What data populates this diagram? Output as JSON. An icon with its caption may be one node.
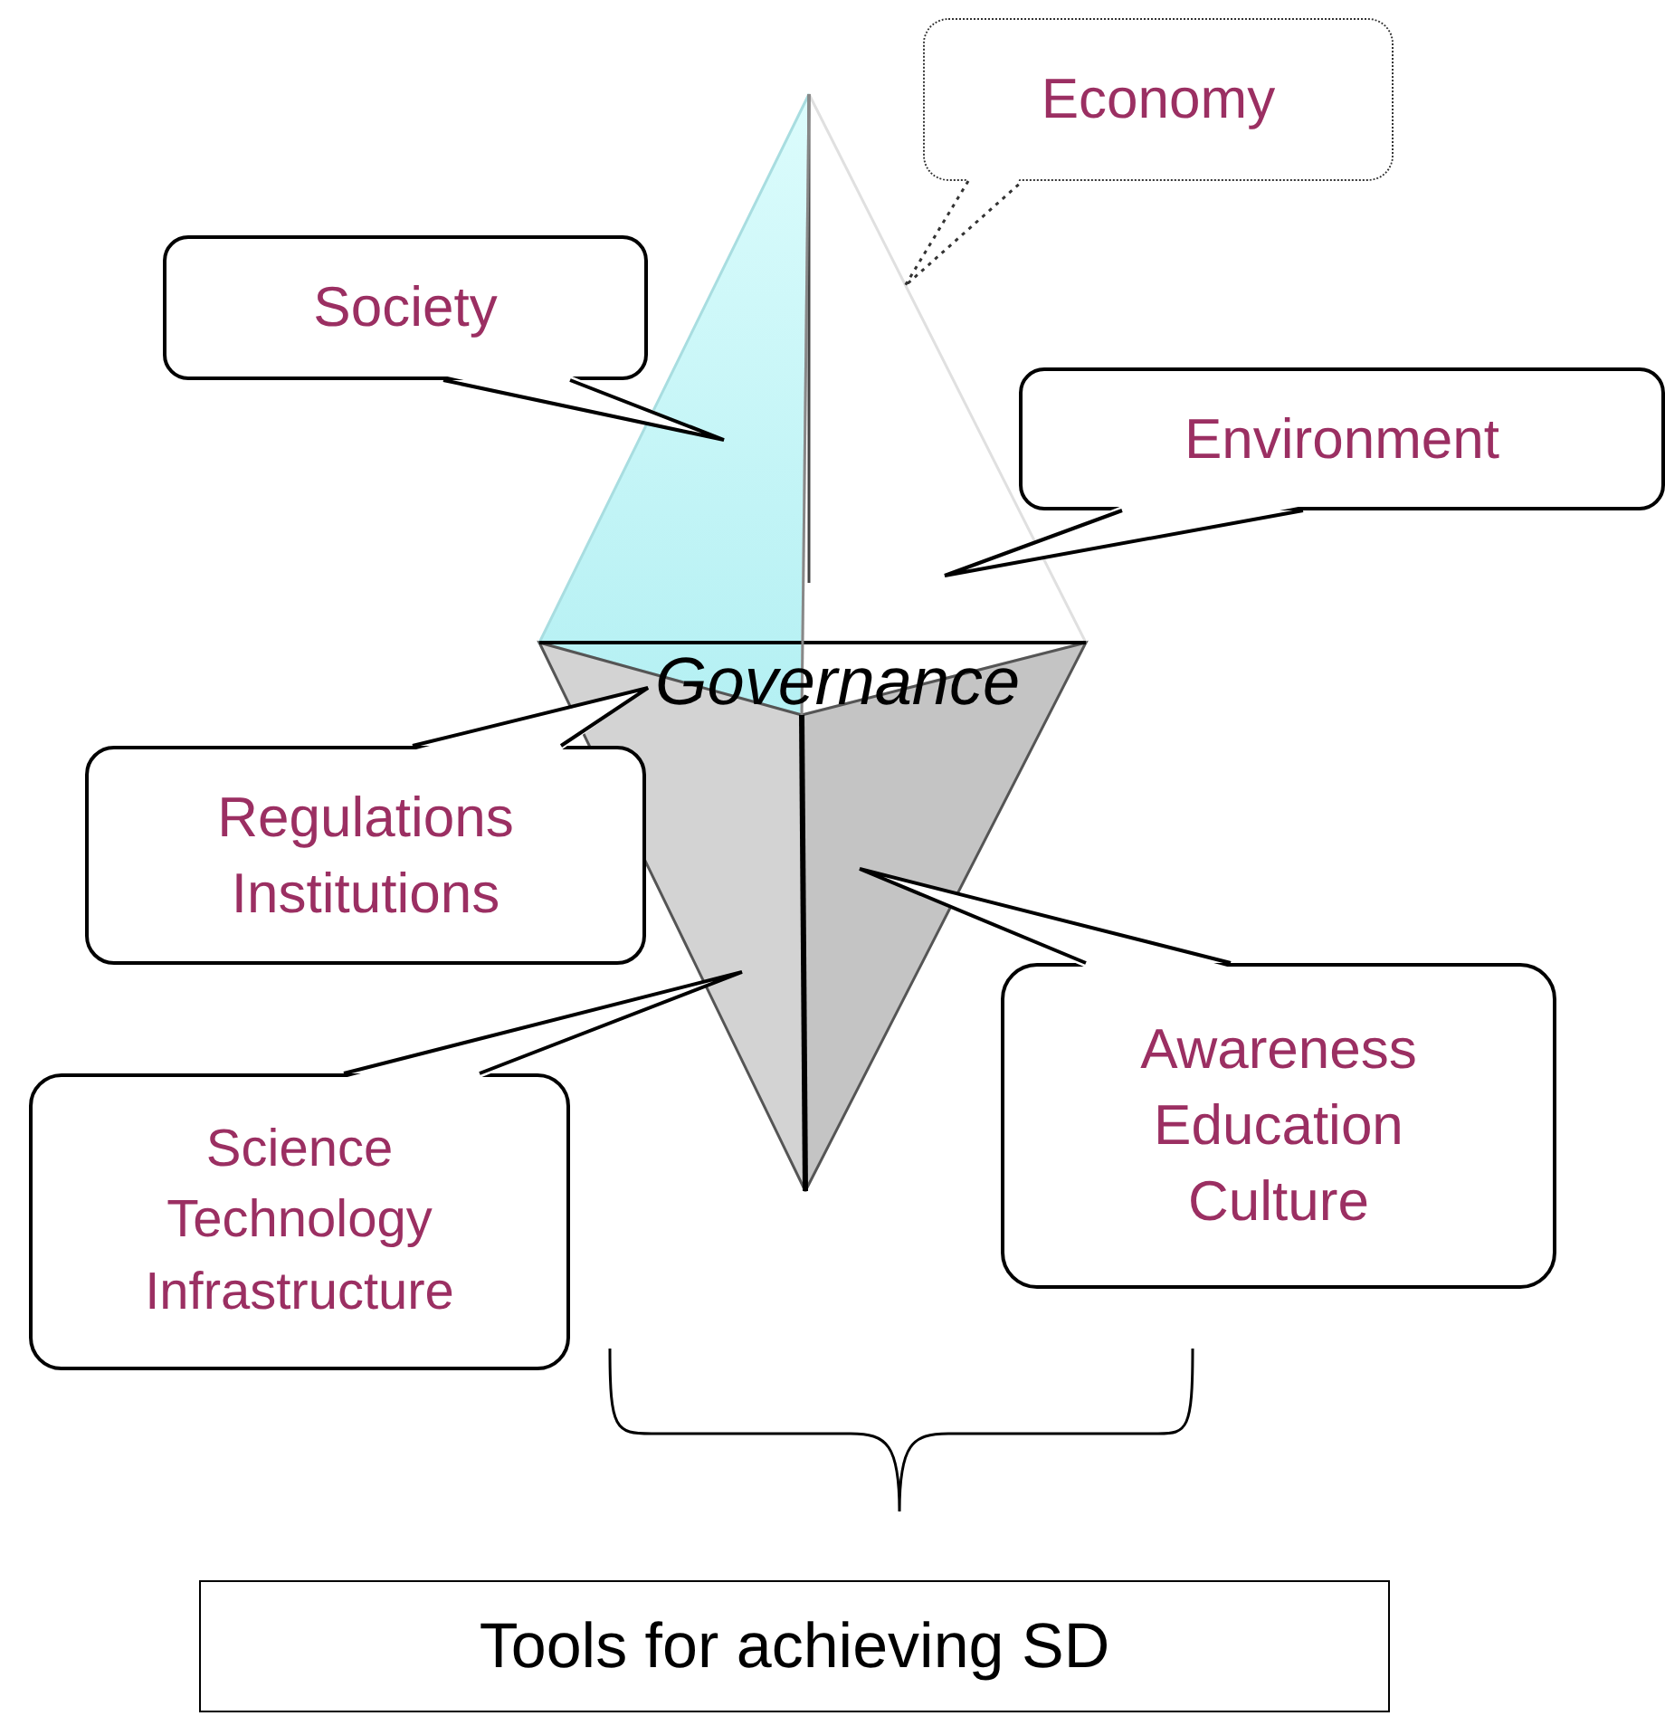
{
  "diagram": {
    "nodes": [
      {
        "text": [
          "Economy"
        ]
      },
      {
        "text": [
          "Society"
        ]
      },
      {
        "text": [
          "Environment"
        ]
      },
      {
        "text": [
          "Regulations Institutions"
        ]
      },
      {
        "text": [
          "Science Technology Infrastructure"
        ]
      },
      {
        "text": [
          "Awareness Education Culture"
        ]
      },
      {
        "text": [
          "Tools for achieving SD"
        ]
      }
    ],
    "labels": [
      "Governance"
    ]
  }
}
